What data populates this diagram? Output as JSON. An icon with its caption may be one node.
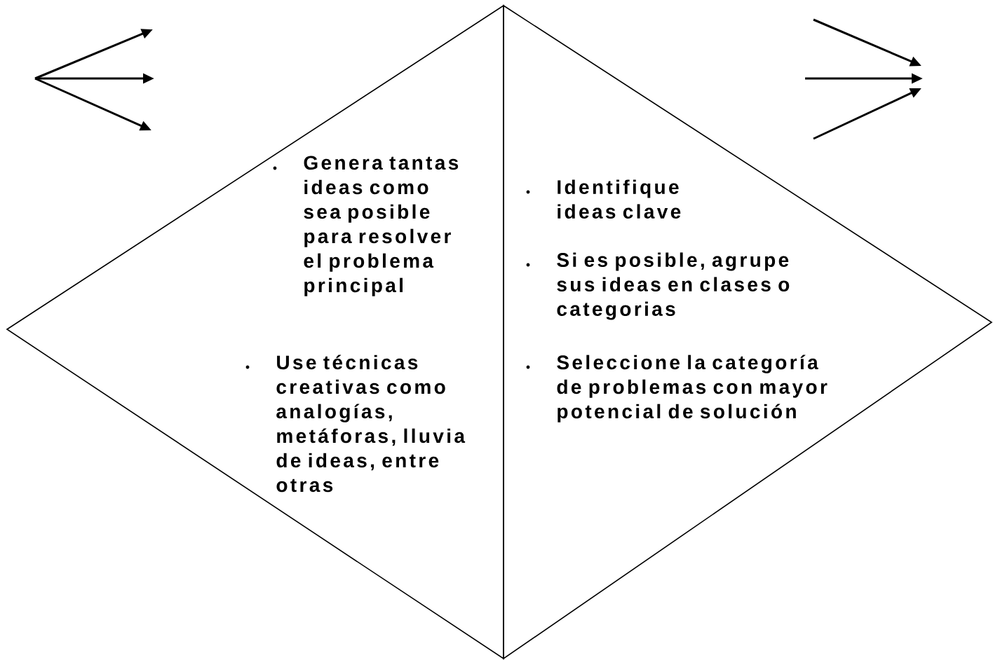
{
  "diagram": {
    "nodes": [
      {
        "text": [
          "Genera tantas ideas como sea posible para resolver el problema principal",
          "Use técnicas creativas como analogías, metáforas, lluvia de ideas, entre otras"
        ]
      },
      {
        "text": [
          "Identifique ideas clave",
          "Si es posible, agrupe sus ideas en clases o categorias",
          "Seleccione la categoría de problemas con mayor potencial de solución"
        ]
      }
    ]
  }
}
